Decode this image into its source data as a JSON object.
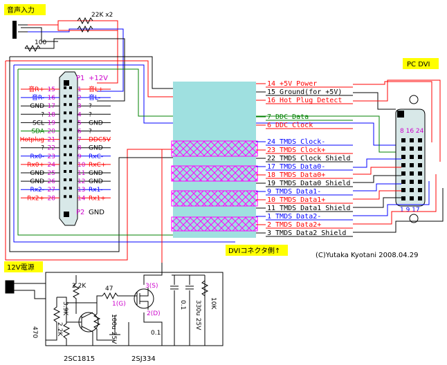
{
  "labels": {
    "audio_input": "音声入力",
    "resistor_pair": "22K x2",
    "r100": "100",
    "pc_dvi": "PC DVI",
    "dvi_side": "DVIコネクタ側↑",
    "copyright": "(C)Yutaka Kyotani 2008.04.29",
    "power12v": "12V電源",
    "p1_pin": "P1",
    "p1_12v": "+12V",
    "p2_pin": "P2",
    "p2_gnd": "GND",
    "r_2_2k_top": "2.2K",
    "r47": "47",
    "r3_9k": "3.9K",
    "r2_2k": "2.2K",
    "r470": "470",
    "c100u": "100u 25V",
    "c01a": "0.1",
    "c01b": "0.1",
    "c330u": "330u 25V",
    "r10k": "10K",
    "pin_s": "3(S)",
    "pin_g": "1(G)",
    "pin_d": "2(D)",
    "q1": "2SC1815",
    "q2": "2SJ334",
    "dvi_top_pins": "8 16 24",
    "dvi_bottom_pins": "1  9  17"
  },
  "left_rows": [
    {
      "label": "音R+",
      "lpin": "15",
      "rpin": "1",
      "rlabel": "音L+"
    },
    {
      "label": "音R-",
      "lpin": "16",
      "rpin": "2",
      "rlabel": "音L-"
    },
    {
      "label": "GND",
      "lpin": "17",
      "rpin": "3",
      "rlabel": "?"
    },
    {
      "label": "?",
      "lpin": "18",
      "rpin": "4",
      "rlabel": "?"
    },
    {
      "label": "SCL",
      "lpin": "19",
      "rpin": "5",
      "rlabel": "GND"
    },
    {
      "label": "SDA",
      "lpin": "20",
      "rpin": "6",
      "rlabel": "?"
    },
    {
      "label": "Hotplug",
      "lpin": "21",
      "rpin": "7",
      "rlabel": "DDC5V"
    },
    {
      "label": "?",
      "lpin": "22",
      "rpin": "8",
      "rlabel": "GND"
    },
    {
      "label": "Rx0-",
      "lpin": "23",
      "rpin": "9",
      "rlabel": "RxC-"
    },
    {
      "label": "Rx0+",
      "lpin": "24",
      "rpin": "10",
      "rlabel": "RxC+"
    },
    {
      "label": "GND",
      "lpin": "25",
      "rpin": "11",
      "rlabel": "GND"
    },
    {
      "label": "GND",
      "lpin": "26",
      "rpin": "12",
      "rlabel": "GND"
    },
    {
      "label": "Rx2-",
      "lpin": "27",
      "rpin": "13",
      "rlabel": "Rx1-"
    },
    {
      "label": "Rx2+",
      "lpin": "28",
      "rpin": "14",
      "rlabel": "Rx1+"
    }
  ],
  "dvi_rows": [
    {
      "text": "14 +5V Power"
    },
    {
      "text": "15 Ground(for +5V)"
    },
    {
      "text": "16 Hot Plug Detect"
    },
    {
      "text": "7 DDC Data"
    },
    {
      "text": "6 DDC Clock"
    },
    {
      "text": "24 TMDS Clock-"
    },
    {
      "text": "23 TMDS Clock+"
    },
    {
      "text": "22 TMDS Clock Shield"
    },
    {
      "text": "17 TMDS Data0-"
    },
    {
      "text": "18 TMDS Data0+"
    },
    {
      "text": "19 TMDS Data0 Shield"
    },
    {
      "text": "9 TMDS Data1-"
    },
    {
      "text": "10 TMDS Data1+"
    },
    {
      "text": "11 TMDS Data1 Shield"
    },
    {
      "text": "1 TMDS Data2-"
    },
    {
      "text": "2 TMDS Data2+"
    },
    {
      "text": "3 TMDS Data2 Shield"
    }
  ],
  "colors": {
    "red": "#ff0000",
    "blue": "#0000ff",
    "green": "#008000",
    "black": "#000000",
    "magenta": "#cc00cc",
    "label_bg": "#ffff00",
    "cable": "#9fe0e0"
  }
}
